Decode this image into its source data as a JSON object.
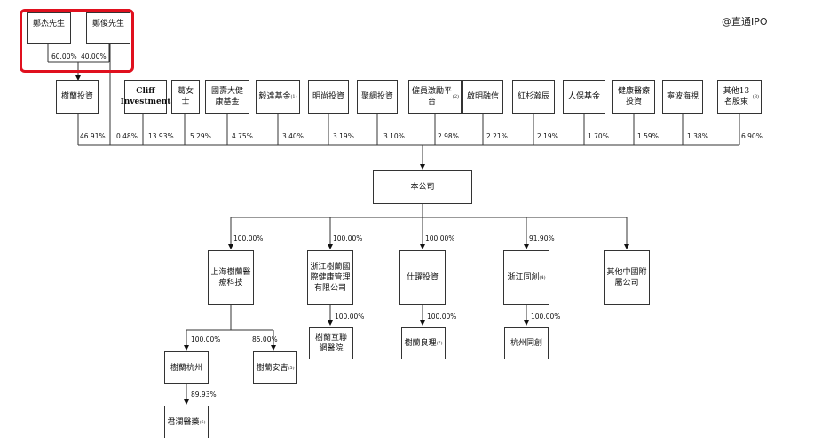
{
  "watermark": "@直通IPO",
  "founders": {
    "a": "鄭杰先生",
    "b": "鄭俊先生",
    "a_pct": "60.00%",
    "b_pct": "40.00%"
  },
  "shareholders": [
    {
      "label": "樹蘭投資",
      "pct": "46.91%"
    },
    {
      "label": "Cliff Investment",
      "pct": "0.48%"
    },
    {
      "label": "葛女士",
      "pct": "13.93%"
    },
    {
      "label": "國壽大健康基金",
      "pct": "5.29%"
    },
    {
      "label": "毅達基金",
      "note": "(1)",
      "pct": "4.75%"
    },
    {
      "label": "明尚投資",
      "pct": "3.40%"
    },
    {
      "label": "聚網投資",
      "pct": "3.19%"
    },
    {
      "label": "僱員激勵平台",
      "note": "(2)",
      "pct": "3.10%"
    },
    {
      "label": "啟明融信",
      "pct": "2.98%"
    },
    {
      "label": "紅杉瀚辰",
      "pct": "2.21%"
    },
    {
      "label": "人保基金",
      "pct": "2.19%"
    },
    {
      "label": "健康醫療投資",
      "pct": "1.70%"
    },
    {
      "label": "寧波海視",
      "pct": "1.59%"
    },
    {
      "label": "其他13名股東",
      "note": "(3)",
      "pct": "1.38%"
    },
    {
      "label": "",
      "pct": "6.90%"
    }
  ],
  "company": "本公司",
  "subsidiaries": [
    {
      "label": "上海樹蘭醫療科技",
      "pct": "100.00%"
    },
    {
      "label": "浙江樹蘭國際健康管理有限公司",
      "pct": "100.00%"
    },
    {
      "label": "仕躍投資",
      "pct": "100.00%"
    },
    {
      "label": "浙江同創",
      "note": "(4)",
      "pct": "91.90%"
    },
    {
      "label": "其他中國附屬公司",
      "pct": ""
    }
  ],
  "level3": [
    {
      "label": "樹蘭杭州",
      "pct": "100.00%"
    },
    {
      "label": "樹蘭安吉",
      "note": "(5)",
      "pct": "85.00%"
    },
    {
      "label": "樹蘭互聯網醫院",
      "pct": "100.00%"
    },
    {
      "label": "樹蘭良理",
      "note": "(7)",
      "pct": "100.00%"
    },
    {
      "label": "杭州同創",
      "pct": "100.00%"
    }
  ],
  "level4": [
    {
      "label": "君瀾醫藥",
      "note": "(6)",
      "pct": "89.93%"
    }
  ]
}
